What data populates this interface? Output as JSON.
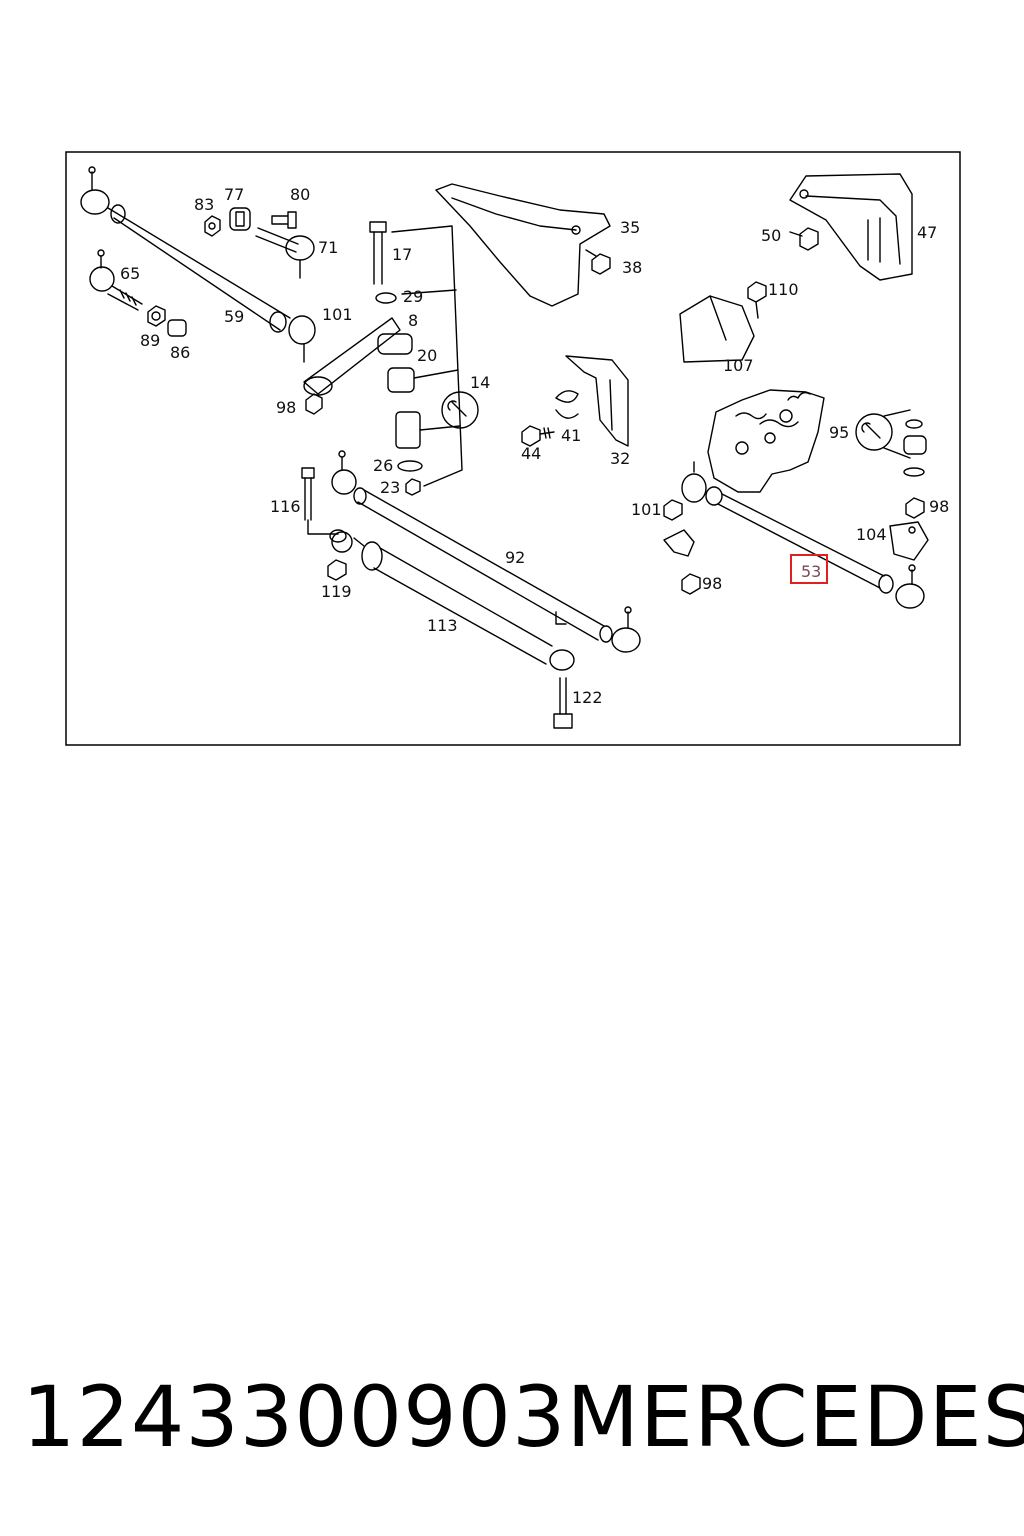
{
  "diagram": {
    "highlight_color": "#e02020",
    "highlighted_part": "53",
    "callouts": {
      "p83": "83",
      "p77": "77",
      "p80": "80",
      "p71": "71",
      "p65": "65",
      "p59": "59",
      "p89": "89",
      "p86": "86",
      "p101a": "101",
      "p98a": "98",
      "p17": "17",
      "p29": "29",
      "p8": "8",
      "p20": "20",
      "p14": "14",
      "p26": "26",
      "p23": "23",
      "p35": "35",
      "p38": "38",
      "p50": "50",
      "p47": "47",
      "p110": "110",
      "p107": "107",
      "p41": "41",
      "p44": "44",
      "p32": "32",
      "p95": "95",
      "p98b": "98",
      "p101b": "101",
      "p104": "104",
      "p53": "53",
      "p98c": "98",
      "p116": "116",
      "p119": "119",
      "p92": "92",
      "p113": "113",
      "p122": "122"
    }
  },
  "caption": {
    "part_number": "1243300903",
    "brand": "MERCEDES"
  }
}
